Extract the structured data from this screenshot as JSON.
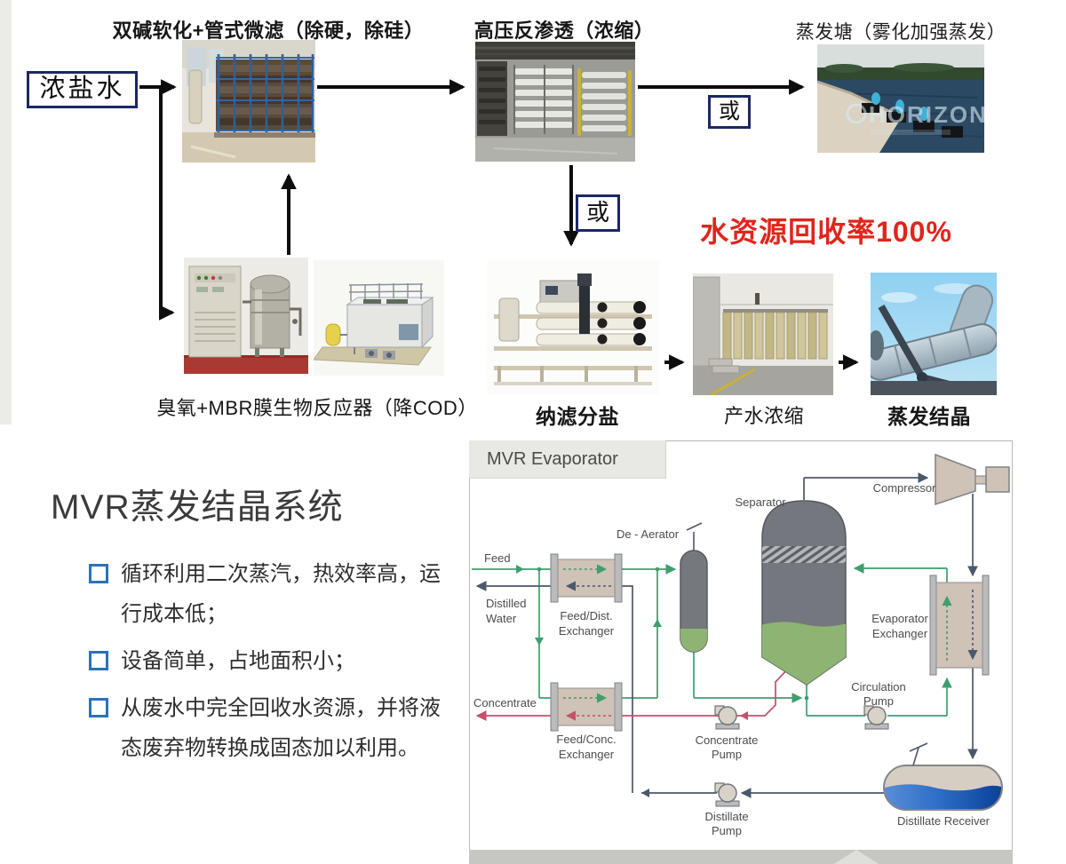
{
  "page": {
    "background": "#ffffff"
  },
  "colors": {
    "accent_navy": "#1b2766",
    "recovery_red": "#e0251c",
    "bullet_blue": "#2b72b8",
    "arrow_black": "#0d0d0d",
    "feed_line_green": "#3f9e6d",
    "distillate_line_slate": "#4b586b",
    "concentrate_line_red": "#c4506a",
    "vessel_gray": "#74777d",
    "liquid_green": "#8db473",
    "exchanger_tan": "#cfc2b6",
    "receiver_blue": "#1148a0"
  },
  "flow": {
    "source_label": "浓盐水",
    "or_label": "或",
    "recovery_label": "水资源回收率100%",
    "stage_labels": {
      "softening": "双碱软化+管式微滤（除硬，除硅）",
      "hp_ro": "高压反渗透（浓缩）",
      "pond": "蒸发塘（雾化加强蒸发）",
      "ozone_mbr": "臭氧+MBR膜生物反应器（降COD）",
      "nf": "纳滤分盐",
      "concentration": "产水浓缩",
      "crystallization": "蒸发结晶"
    },
    "pond_watermark": "HORIZON"
  },
  "mvr": {
    "title": "MVR蒸发结晶系统",
    "bullets": [
      "循环利用二次蒸汽，热效率高，运行成本低；",
      "设备简单，占地面积小；",
      "从废水中完全回收水资源，并将液态废弃物转换成固态加以利用。"
    ],
    "diagram": {
      "title": "MVR Evaporator",
      "labels": {
        "feed": "Feed",
        "distilled_1": "Distilled",
        "distilled_2": "Water",
        "concentrate": "Concentrate",
        "feed_dist_1": "Feed/Dist.",
        "feed_dist_2": "Exchanger",
        "feed_conc_1": "Feed/Conc.",
        "feed_conc_2": "Exchanger",
        "de_aerator": "De - Aerator",
        "separator": "Separator",
        "compressor": "Compressor",
        "evap_exch_1": "Evaporator",
        "evap_exch_2": "Exchanger",
        "circ_pump_1": "Circulation",
        "circ_pump_2": "Pump",
        "conc_pump_1": "Concentrate",
        "conc_pump_2": "Pump",
        "dist_pump_1": "Distillate",
        "dist_pump_2": "Pump",
        "receiver": "Distillate Receiver"
      }
    }
  }
}
